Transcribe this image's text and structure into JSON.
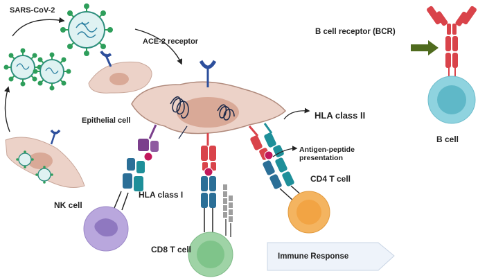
{
  "labels": {
    "sars_cov_2": "SARS-CoV-2",
    "ace2_receptor": "ACE-2 receptor",
    "epithelial_cell": "Epithelial cell",
    "hla_class_ii": "HLA class II",
    "antigen_peptide_line1": "Antigen-peptide",
    "antigen_peptide_line2": "presentation",
    "cd4_t_cell": "CD4 T cell",
    "hla_class_i": "HLA class I",
    "nk_cell": "NK cell",
    "cd8_t_cell": "CD8 T cell",
    "immune_response": "Immune Response",
    "bcr": "B cell receptor (BCR)",
    "b_cell": "B cell"
  },
  "colors": {
    "virus_body": "#dff2f2",
    "virus_outline": "#2f8f7f",
    "spike": "#2e9e5b",
    "epithelial_fill": "#ecd2c8",
    "epithelial_nucleus": "#d9a997",
    "receptor_blue": "#2d4f9c",
    "mhc_red": "#d9434a",
    "mhc_purple": "#7b3f8c",
    "tcr_blue": "#2b6f97",
    "tcr_teal": "#1e8f99",
    "cd8_cell": "#9fd3a6",
    "cd4_cell": "#f4b460",
    "nk_cell_color": "#b9a7dd",
    "b_cell": "#8fd3df",
    "bcr_red": "#d9434a",
    "arrow_green": "#4f6b1e"
  }
}
